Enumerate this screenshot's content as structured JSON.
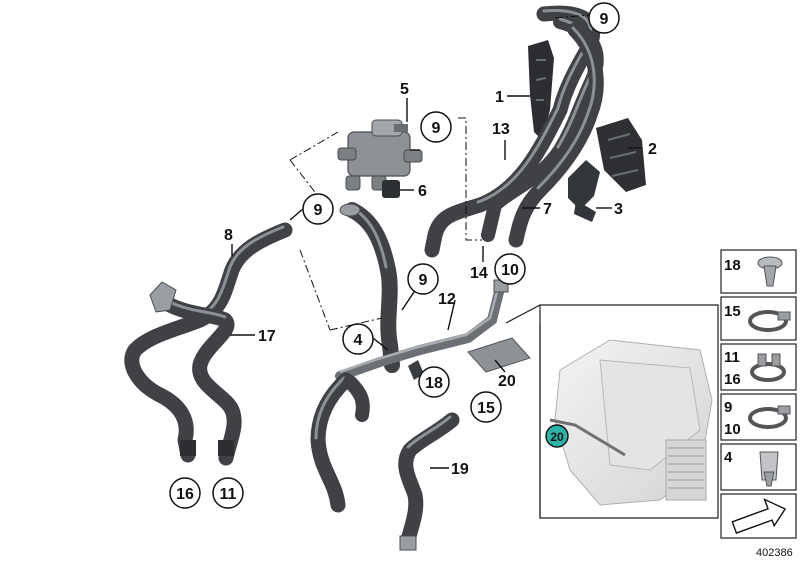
{
  "callouts": {
    "c9a": "9",
    "c9b": "9",
    "c9c": "9",
    "c9d": "9",
    "c10": "10",
    "c4": "4",
    "c18": "18",
    "c15": "15",
    "c16": "16",
    "c11": "11",
    "c20": "20"
  },
  "labels": {
    "l1": "1",
    "l2": "2",
    "l3": "3",
    "l5": "5",
    "l6": "6",
    "l7": "7",
    "l8": "8",
    "l12": "12",
    "l13": "13",
    "l14": "14",
    "l17": "17",
    "l19": "19",
    "l20": "20"
  },
  "legend": [
    {
      "num_a": "18",
      "num_b": "",
      "icon": "push-rivet-icon"
    },
    {
      "num_a": "15",
      "num_b": "",
      "icon": "hose-clamp-icon"
    },
    {
      "num_a": "11",
      "num_b": "16",
      "icon": "spring-clamp-icon"
    },
    {
      "num_a": "9",
      "num_b": "10",
      "icon": "hose-clamp-icon"
    },
    {
      "num_a": "4",
      "num_b": "",
      "icon": "expanding-nut-icon"
    },
    {
      "num_a": "",
      "num_b": "",
      "icon": "arrow-icon"
    }
  ],
  "footer": {
    "diagram_number": "402386"
  }
}
